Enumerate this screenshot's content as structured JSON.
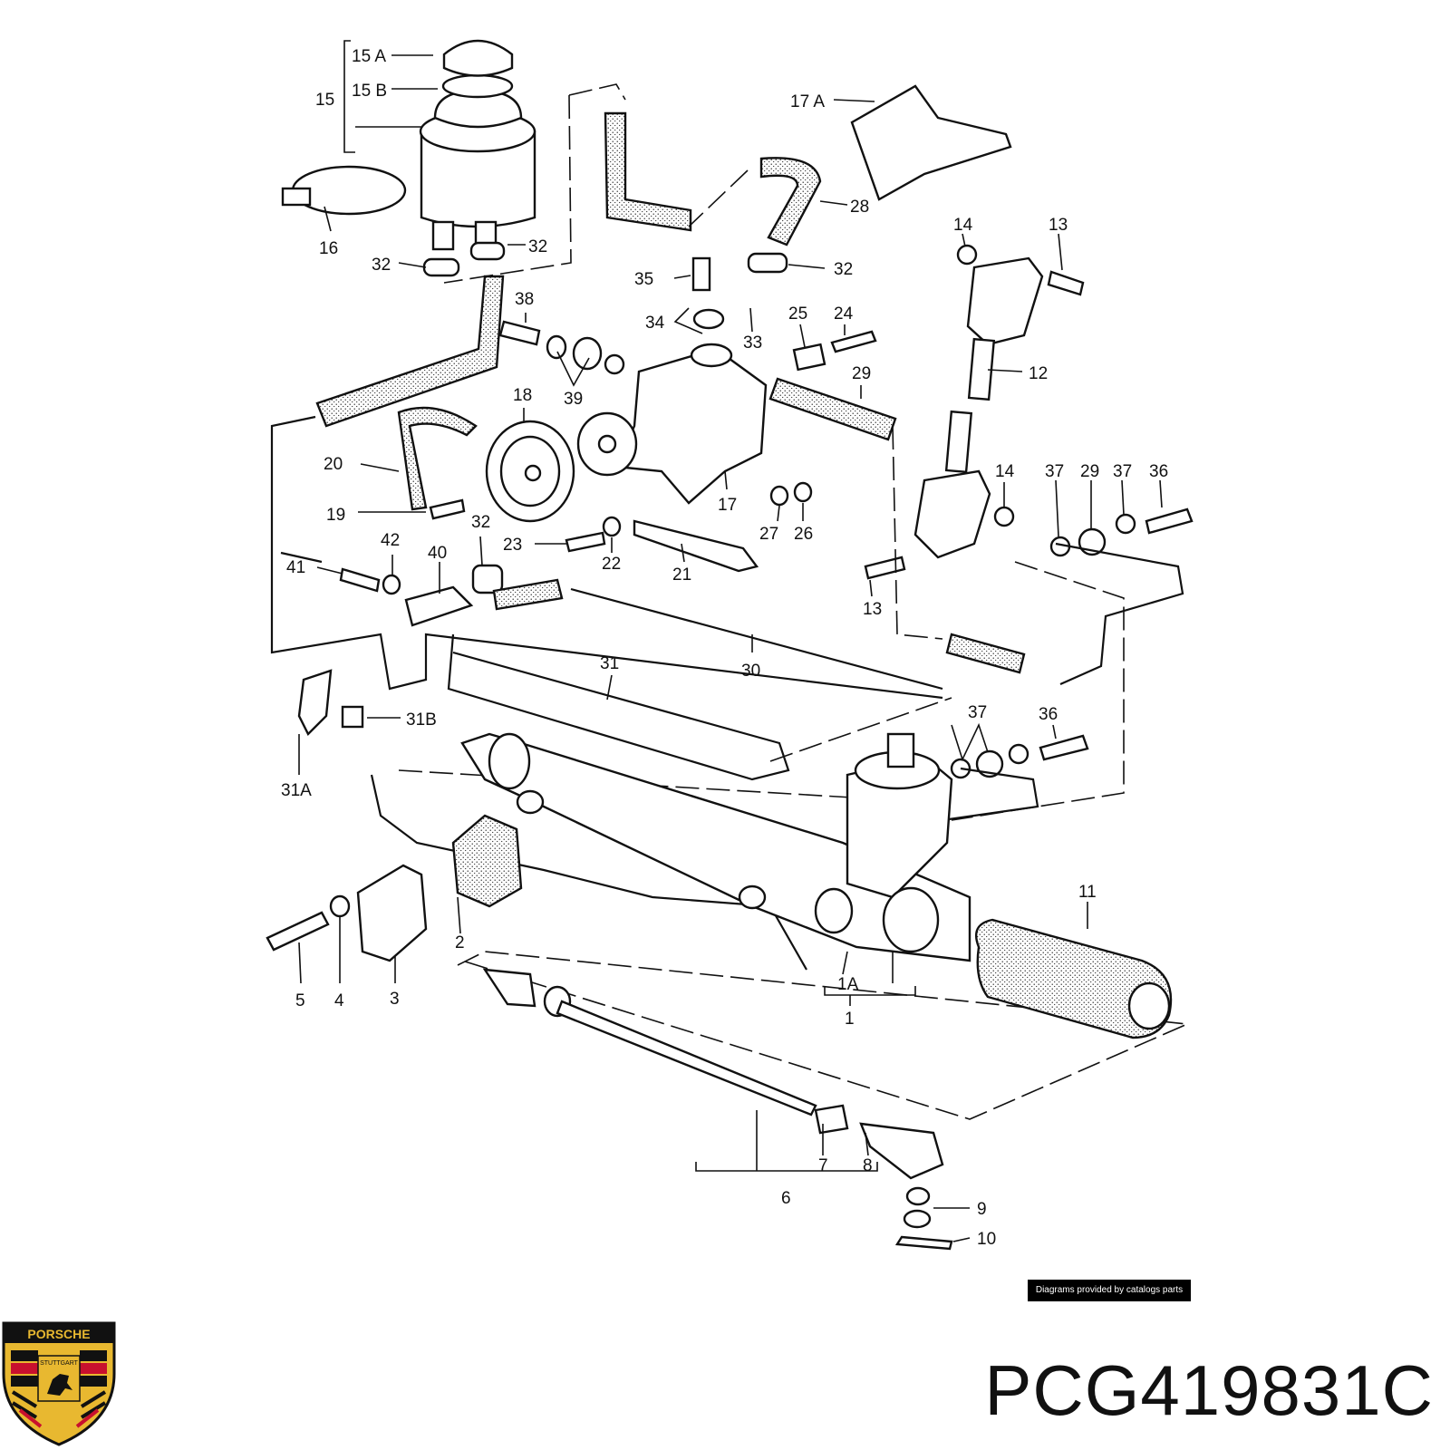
{
  "callouts": [
    "15 A",
    "15 B",
    "15",
    "16",
    "32",
    "32",
    "17 A",
    "28",
    "32",
    "35",
    "34",
    "33",
    "38",
    "39",
    "25",
    "24",
    "29",
    "14",
    "13",
    "12",
    "18",
    "20",
    "19",
    "17",
    "27",
    "26",
    "32",
    "23",
    "22",
    "21",
    "42",
    "41",
    "40",
    "31",
    "30",
    "14",
    "37",
    "29",
    "37",
    "36",
    "13",
    "31B",
    "31A",
    "37",
    "36",
    "2",
    "5",
    "4",
    "3",
    "1A",
    "1",
    "11",
    "7",
    "8",
    "6",
    "9",
    "10"
  ],
  "credit": "Diagrams provided by catalogs parts",
  "part_number": "PCG419831C",
  "logo": {
    "text_top": "PORSCHE",
    "text_mid": "STUTTGART",
    "colors": {
      "gold": "#e8b830",
      "red": "#c8102e",
      "black": "#111111"
    }
  }
}
